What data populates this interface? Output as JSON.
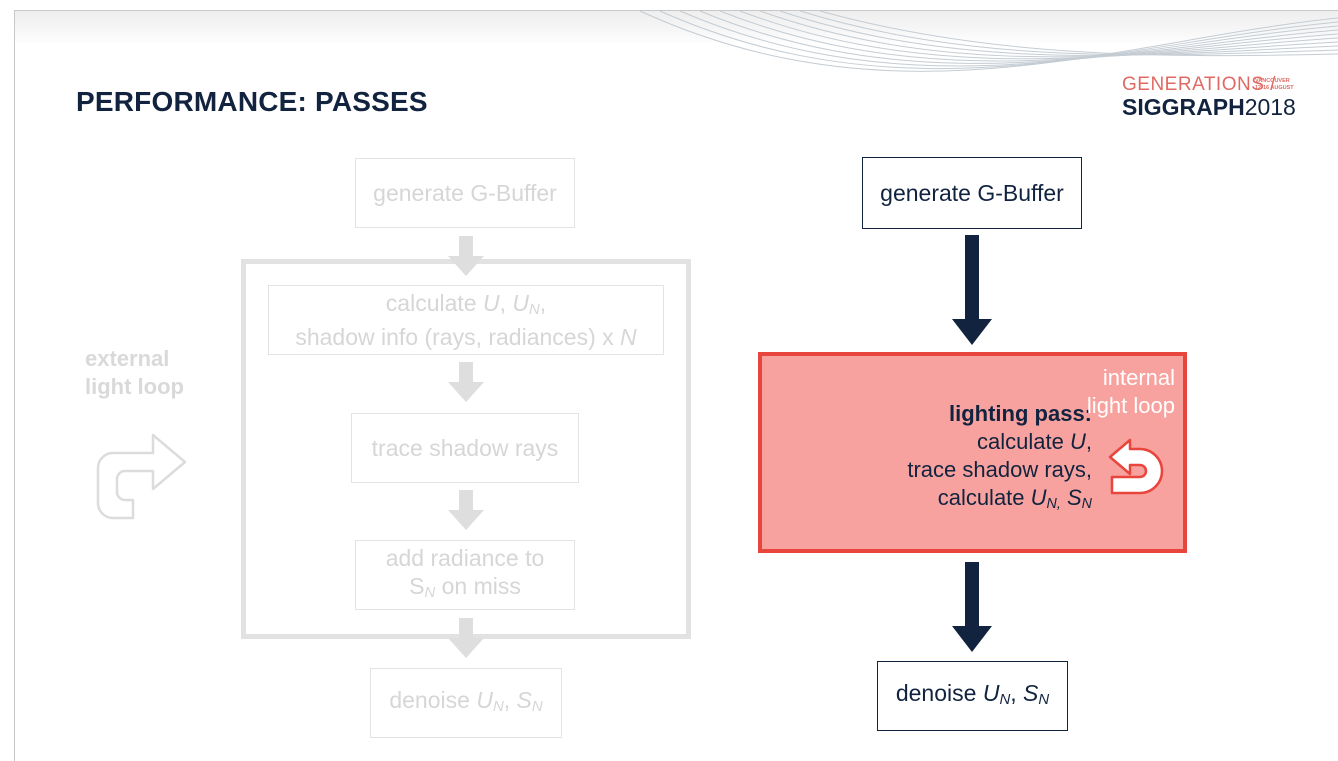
{
  "slide": {
    "title": "PERFORMANCE: PASSES"
  },
  "logo": {
    "line1": "GENERATIONS /",
    "stack_top": "VANCOUVER",
    "stack_bottom": "12-16 AUGUST",
    "brand": "SIGGRAPH",
    "year": "2018"
  },
  "left_diagram": {
    "step1": "generate G-Buffer",
    "step2_line1_prefix": "calculate ",
    "step2_u": "U",
    "step2_sep": ", ",
    "step2_un": "U",
    "step2_un_sub": "N",
    "step2_line1_suffix": ",",
    "step2_line2_prefix": "shadow info (rays, radiances) x ",
    "step2_n": "N",
    "step3": "trace shadow rays",
    "step4_line1": "add radiance to",
    "step4_s": "S",
    "step4_s_sub": "N",
    "step4_line2_suffix": " on miss",
    "step5_prefix": "denoise ",
    "step5_u": "U",
    "step5_u_sub": "N",
    "step5_sep": ", ",
    "step5_s": "S",
    "step5_s_sub": "N",
    "loop_label_line1": "external",
    "loop_label_line2": "light loop"
  },
  "right_diagram": {
    "step1": "generate G-Buffer",
    "lighting_title": "lighting pass:",
    "lighting_line2_prefix": "calculate ",
    "lighting_line2_u": "U",
    "lighting_line2_suffix": ",",
    "lighting_line3": "trace shadow rays,",
    "lighting_line4_prefix": "calculate ",
    "lighting_line4_u": "U",
    "lighting_line4_u_sub": "N,",
    "lighting_line4_s": "S",
    "lighting_line4_s_sub": "N",
    "loop_label_line1": "internal",
    "loop_label_line2": "light loop",
    "step3_prefix": "denoise ",
    "step3_u": "U",
    "step3_u_sub": "N",
    "step3_sep": ", ",
    "step3_s": "S",
    "step3_s_sub": "N"
  },
  "colors": {
    "navy": "#12233f",
    "faded": "#d6d6d6",
    "accent_red": "#e8453d",
    "accent_fill": "#f7a29e",
    "logo_coral": "#e06a63"
  },
  "icons": {
    "external_loop": "u-turn-arrow-icon",
    "internal_loop": "u-turn-arrow-icon",
    "flow_arrow": "down-arrow-icon"
  }
}
